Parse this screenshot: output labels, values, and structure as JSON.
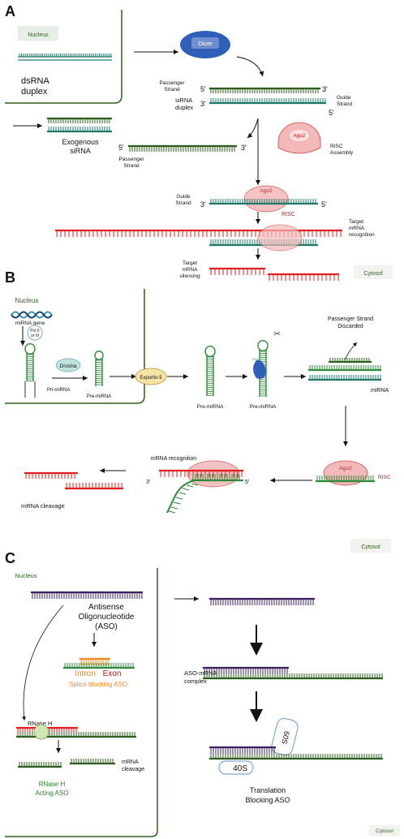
{
  "colors": {
    "green_dark": "#2e5e1e",
    "teal": "#1f7a6a",
    "green": "#2f8a3a",
    "red": "#e32020",
    "purple": "#3c1f5c",
    "orange": "#f08a1c",
    "dark_red": "#9b1b1b",
    "dicer_blue": "#2f5fb8",
    "ago_pink": "#f3b8b8",
    "exportin": "#f6e3a8",
    "drosha": "#bfe3dd",
    "label_box": "#e6efe6",
    "rnase_h": "#cfe6b6"
  },
  "panelA": {
    "letter": "A",
    "nucleus": "Nucleus",
    "dsrna_l1": "dsRNA",
    "dsrna_l2": "duplex",
    "dicer": "Dicer",
    "five_prime": "5'",
    "three_prime": "3'",
    "passenger_l1": "Passenger",
    "passenger_l2": "Strand",
    "sirna_l1": "siRNA",
    "sirna_l2": "duplex",
    "guide_l1": "Guide",
    "guide_l2": "Strand",
    "exogenous_l1": "Exogenous",
    "exogenous_l2": "siRNA",
    "ago2": "Ago2",
    "risc_asm_l1": "RISC",
    "risc_asm_l2": "Assembly",
    "risc": "RISC",
    "target_l1": "Target",
    "target_l2": "mRNA",
    "target_l3": "recognition",
    "silencing_l1": "Target",
    "silencing_l2": "mRNA",
    "silencing_l3": "silencing",
    "cytosol": "Cytosol"
  },
  "panelB": {
    "letter": "B",
    "nucleus": "Nucleus",
    "mirna_gene": "miRNA gene",
    "pol_l1": "Pol II",
    "pol_l2": "or III",
    "pri_mirna": "Pri-miRNA",
    "drosha": "Drosha",
    "pre_mirna_1": "Pre-miRNA",
    "exportin": "Exportin-5",
    "pre_mirna_2": "Pre-miRNA",
    "pre_mirna_3": "Pre-miRNA",
    "dicer_small": "Dicer",
    "passenger_l1": "Passenger Strand",
    "passenger_l2": "Discarded",
    "mirna": "miRNA",
    "ago2": "Ago2",
    "risc": "RISC",
    "mrna_recognition": "mRNA recognition",
    "three_prime": "3'",
    "five_prime": "5'",
    "mrna_cleavage": "mRNA cleavage",
    "cytosol": "Cytosol"
  },
  "panelC": {
    "letter": "C",
    "nucleus": "Nucleus",
    "aso_l1": "Antisense",
    "aso_l2": "Oligonucleotide",
    "aso_l3": "(ASO)",
    "intron": "Intron",
    "exon": "Exon",
    "splice": "Splice blocking ASO",
    "rnase_h": "RNase H",
    "mrna_l1": "mRNA",
    "mrna_l2": "cleavage",
    "rnase_acting_l1": "RNase H",
    "rnase_acting_l2": "Acting ASO",
    "aso_mrna_l1": "ASO-mRNA",
    "aso_mrna_l2": "complex",
    "sub60": "60S",
    "sub40": "40S",
    "translation_l1": "Translation",
    "translation_l2": "Blocking ASO",
    "cytosol": "Cytosol"
  }
}
